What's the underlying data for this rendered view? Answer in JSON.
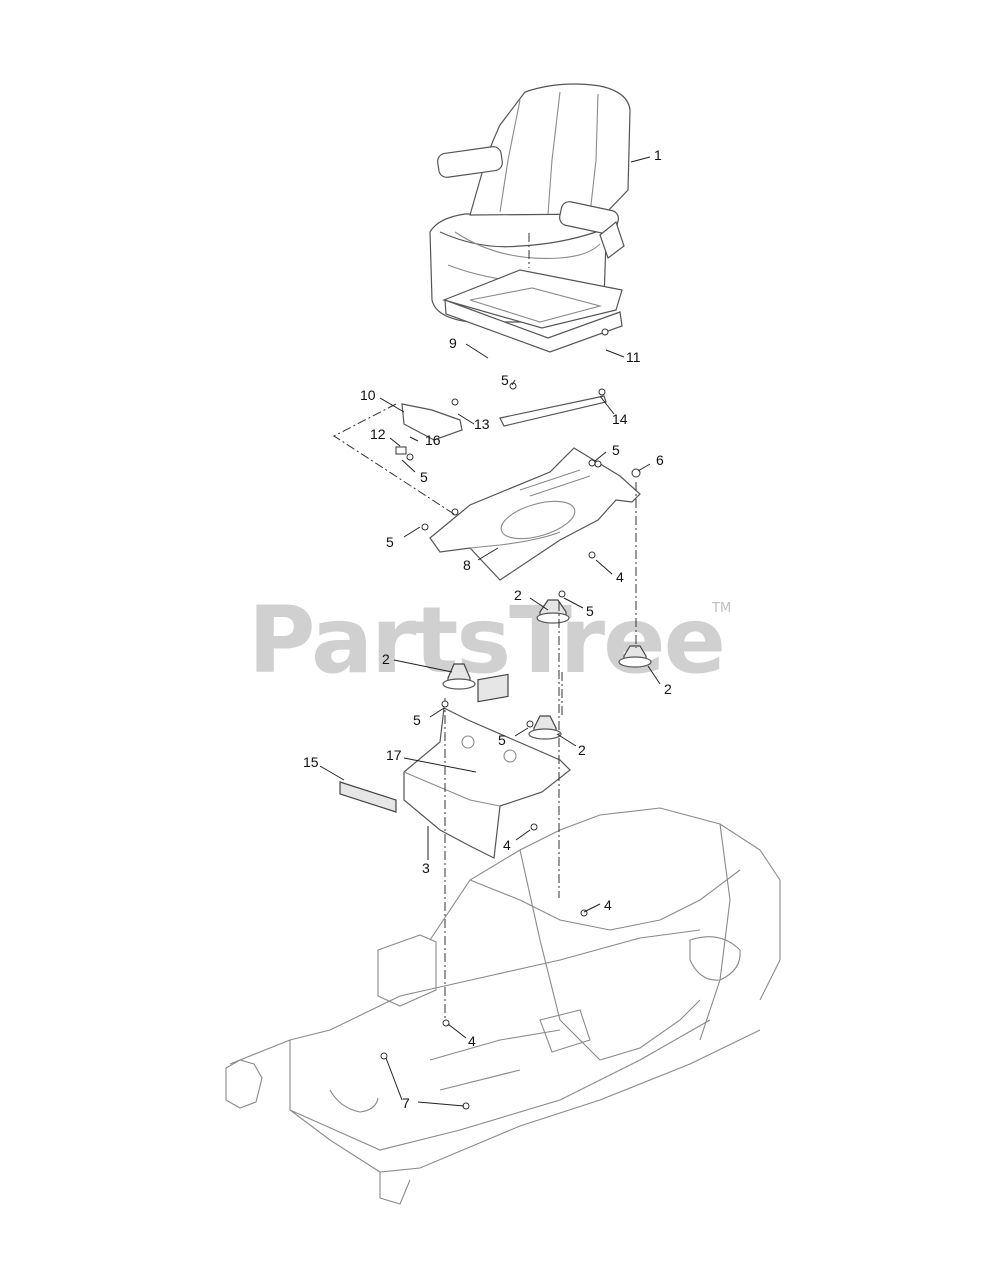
{
  "watermark": {
    "text": "PartsTree",
    "trademark": "TM"
  },
  "callouts": {
    "c1": "1",
    "c9": "9",
    "c11": "11",
    "c5a": "5",
    "c10": "10",
    "c13": "13",
    "c14": "14",
    "c12": "12",
    "c16": "16",
    "c5b": "5",
    "c5c": "5",
    "c6": "6",
    "c5d": "5",
    "c8": "8",
    "c4a": "4",
    "c2a": "2",
    "c5e": "5",
    "c2b": "2",
    "c2c": "2",
    "c5f": "5",
    "c5g": "5",
    "c2d": "2",
    "c15": "15",
    "c17": "17",
    "c4b": "4",
    "c3": "3",
    "c4c": "4",
    "c4d": "4",
    "c7": "7"
  },
  "colors": {
    "line": "#555555",
    "frame": "#8a8a8a",
    "watermark": "#c8c8c8",
    "text": "#111111"
  }
}
